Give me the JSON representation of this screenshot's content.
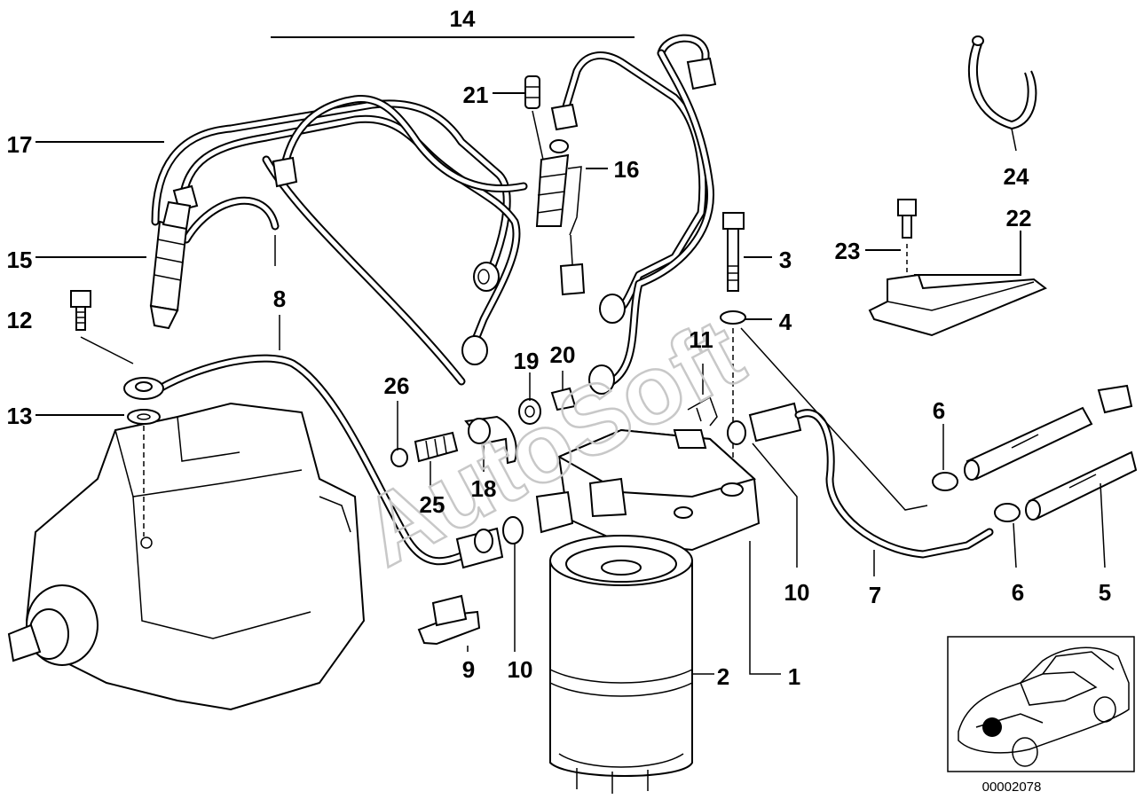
{
  "diagram": {
    "callouts": [
      "1",
      "2",
      "3",
      "4",
      "5",
      "6",
      "6",
      "7",
      "8",
      "9",
      "10",
      "10",
      "11",
      "12",
      "13",
      "14",
      "15",
      "16",
      "17",
      "18",
      "19",
      "20",
      "21",
      "22",
      "23",
      "24",
      "25",
      "26"
    ],
    "watermark": "AutoSoft",
    "reference_number": "00002078"
  }
}
